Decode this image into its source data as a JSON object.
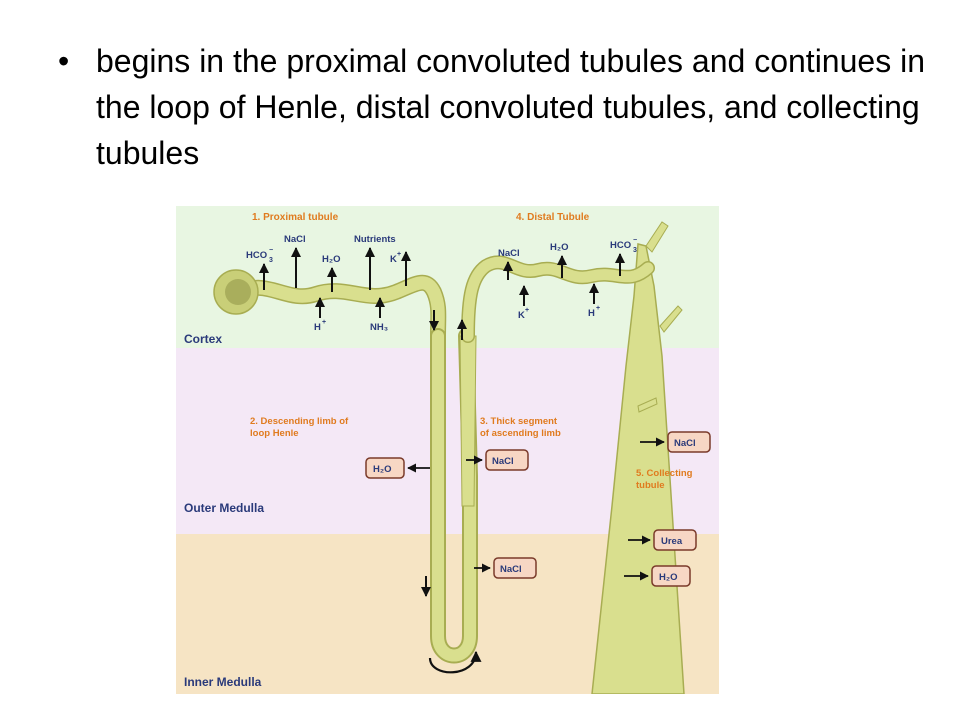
{
  "slide": {
    "bullet_text": "begins in the proximal convoluted tubules and continues in the loop of Henle, distal convoluted tubules, and collecting tubules"
  },
  "diagram": {
    "zones": {
      "cortex": "Cortex",
      "outer_medulla": "Outer Medulla",
      "inner_medulla": "Inner Medulla"
    },
    "titles": {
      "proximal": "1. Proximal tubule",
      "distal": "4. Distal Tubule",
      "descending_l1": "2. Descending limb of",
      "descending_l2": "loop Henle",
      "thick_l1": "3. Thick segment",
      "thick_l2": "of ascending limb",
      "collecting_l1": "5. Collecting",
      "collecting_l2": "tubule"
    },
    "proximal_out": {
      "hco3": "HCO",
      "nacl": "NaCl",
      "nutrients": "Nutrients",
      "h2o": "H₂O",
      "k": "K"
    },
    "proximal_in": {
      "h": "H",
      "nh3": "NH₃"
    },
    "distal_out": {
      "nacl": "NaCl",
      "h2o": "H₂O",
      "hco3": "HCO"
    },
    "distal_in": {
      "k": "K",
      "h": "H"
    },
    "boxes": {
      "desc_h2o": "H₂O",
      "thick_nacl": "NaCl",
      "thin_nacl": "NaCl",
      "coll_nacl": "NaCl",
      "coll_urea": "Urea",
      "coll_h2o": "H₂O"
    },
    "colors": {
      "cortex_bg": "#e8f6e2",
      "outer_medulla_bg": "#f4e8f6",
      "inner_medulla_bg": "#f6e4c4",
      "tubule": "#d9df8e",
      "tubule_edge": "#a8ad52",
      "label_orange": "#e07b1f",
      "zone_label": "#2a3a7a",
      "box_fill": "#f7d7c4",
      "box_edge": "#7a3a2a"
    }
  }
}
